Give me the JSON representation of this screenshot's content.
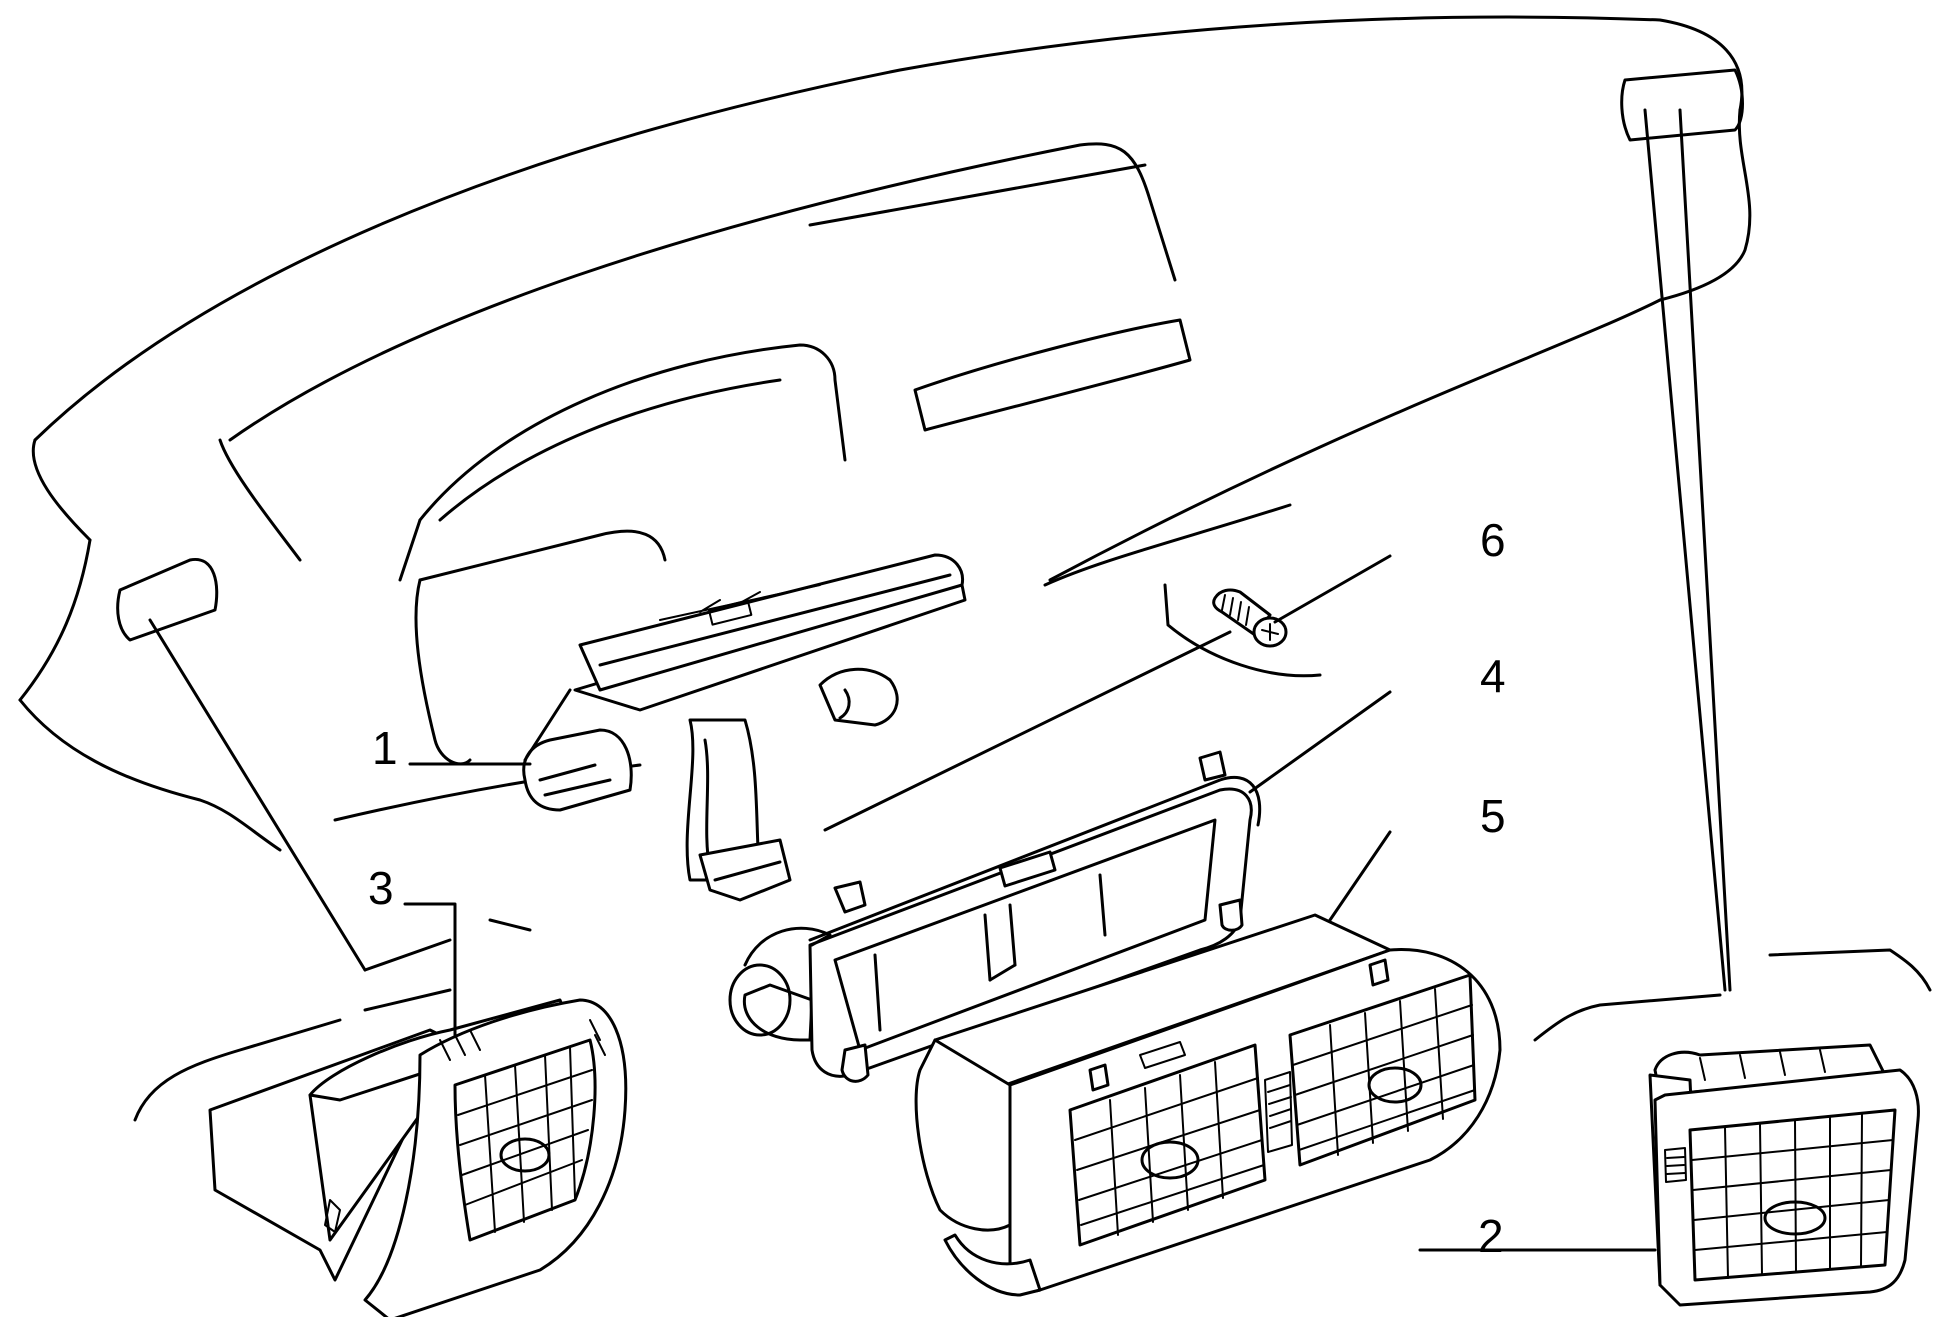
{
  "callouts": [
    {
      "id": "1",
      "label": "1",
      "part": "center-air-duct"
    },
    {
      "id": "2",
      "label": "2",
      "part": "right-side-air-vent"
    },
    {
      "id": "3",
      "label": "3",
      "part": "left-side-air-vent"
    },
    {
      "id": "4",
      "label": "4",
      "part": "vent-mounting-frame"
    },
    {
      "id": "5",
      "label": "5",
      "part": "center-twin-air-vent"
    },
    {
      "id": "6",
      "label": "6",
      "part": "fixing-screw"
    }
  ],
  "colors": {
    "line": "#000000",
    "background": "#ffffff"
  }
}
